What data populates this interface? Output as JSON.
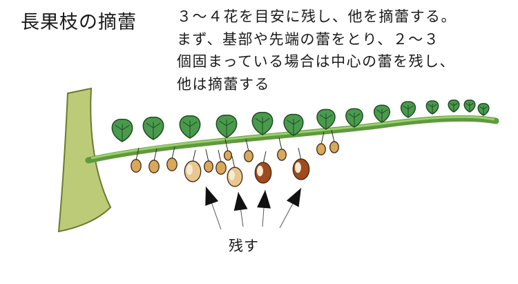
{
  "title": "長果枝の摘蕾",
  "description": [
    "３～４花を目安に残し、他を摘蕾する。",
    "まず、基部や先端の蕾をとり、２～３",
    "個固まっている場合は中心の蕾を残し、",
    "他は摘蕾する"
  ],
  "keep_label": "残す",
  "colors": {
    "stem": "#6fa64a",
    "trunk": "#b8c873",
    "leaf": "#4a9a4e",
    "bud_small": "#d9a85a",
    "bud_kept": "#a04a1e",
    "arrow": "#111111"
  }
}
